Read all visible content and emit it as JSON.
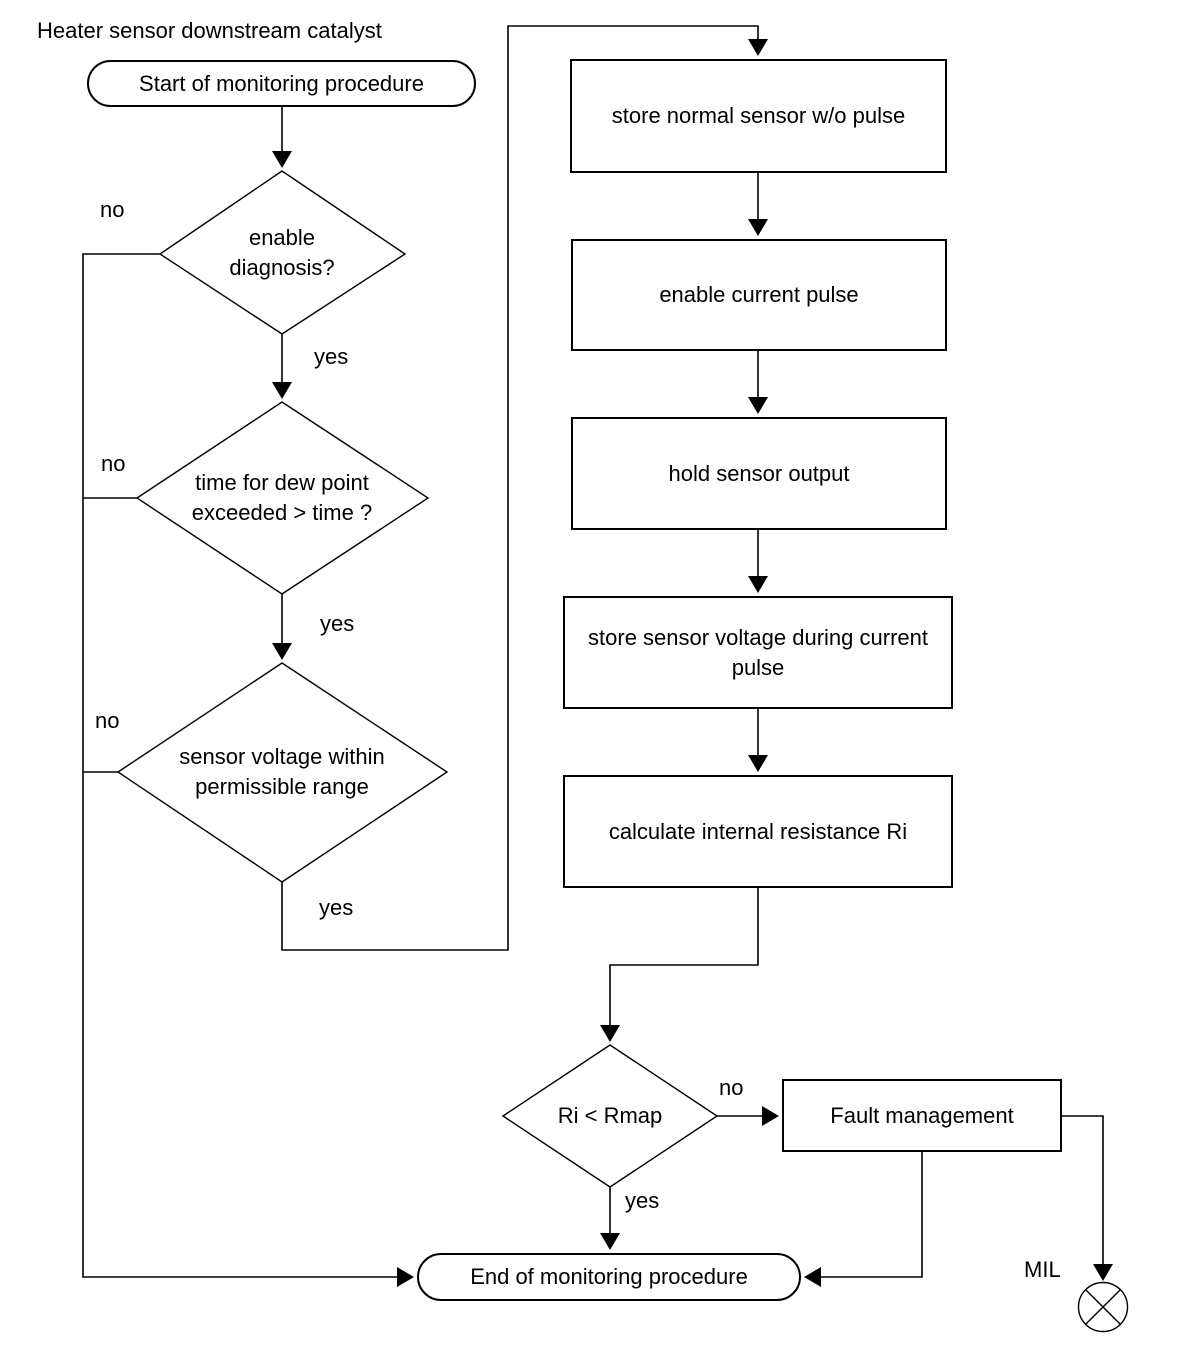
{
  "title": "Heater sensor downstream catalyst",
  "colors": {
    "line": "#000000",
    "text": "#000000",
    "background": "#ffffff"
  },
  "nodes": {
    "start": "Start of monitoring procedure",
    "enable_diagnosis": "enable\ndiagnosis?",
    "dew_point": "time for dew point\nexceeded > time ?",
    "sensor_voltage": "sensor voltage within\npermissible range",
    "store_normal": "store normal sensor w/o pulse",
    "enable_pulse": "enable current pulse",
    "hold_output": "hold sensor output",
    "store_voltage": "store sensor voltage during current\npulse",
    "calc_resistance": "calculate internal resistance Ri",
    "ri_compare": "Ri < Rmap",
    "fault": "Fault management",
    "end": "End of monitoring procedure",
    "mil": "MIL"
  },
  "edges": {
    "enable_no": "no",
    "enable_yes": "yes",
    "dew_no": "no",
    "dew_yes": "yes",
    "voltage_no": "no",
    "voltage_yes": "yes",
    "ri_no": "no",
    "ri_yes": "yes"
  }
}
